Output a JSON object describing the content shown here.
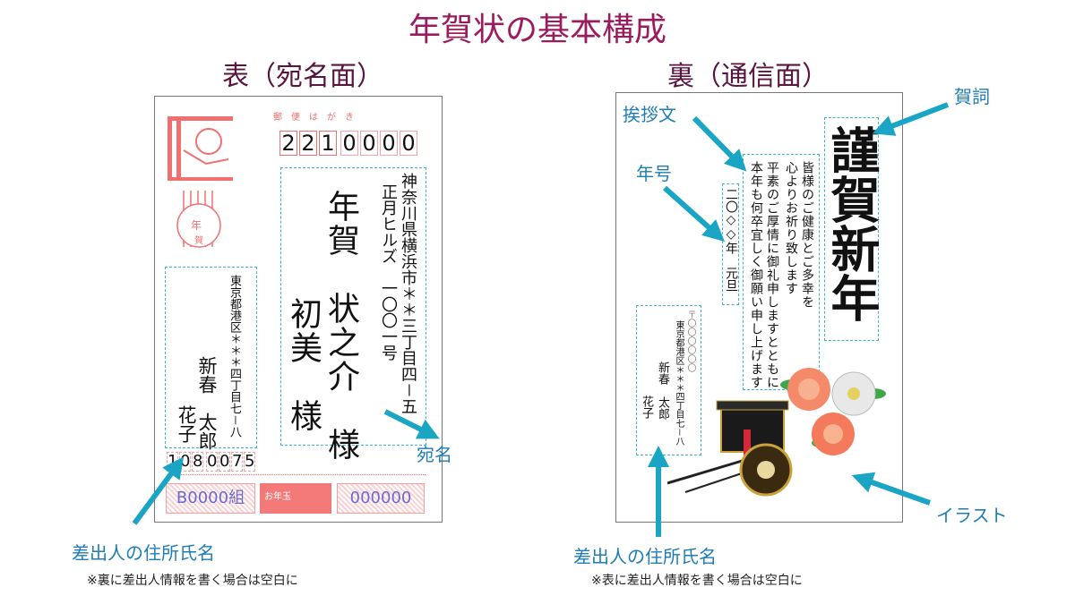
{
  "title": "年賀状の基本構成",
  "front": {
    "heading": "表（宛名面）",
    "postcard_label": "郵便はがき",
    "postal_code": [
      "2",
      "2",
      "1",
      "0",
      "0",
      "0",
      "0"
    ],
    "recipient_address": [
      "神奈川県横浜市＊＊三丁目四－五",
      "正月ヒルズ　一〇〇一号"
    ],
    "recipient_names": [
      "年賀　状之介　様",
      "初美　様"
    ],
    "sender_address": "東京都港区＊＊＊四丁目七－八",
    "sender_names": [
      "新春　太郎",
      "花子"
    ],
    "sender_postal_code": [
      "1",
      "0",
      "8",
      "0",
      "0",
      "7",
      "5"
    ],
    "lottery_group": "B0000組",
    "lottery_mark": "お年玉",
    "lottery_number": "000000",
    "label_recipient": "宛名",
    "label_sender": "差出人の住所氏名",
    "note_sender": "※裏に差出人情報を書く場合は空白に"
  },
  "back": {
    "heading": "裏（通信面）",
    "greeting_word": "謹賀新年",
    "greeting_text": [
      "皆様のご健康とご多幸を",
      "心よりお祈り致します",
      "平素のご厚情に御礼申しますとともに",
      "本年も何卒宜しく御願い申し上げます"
    ],
    "date": "二〇◇◇年　元旦",
    "sender_postal": "〒〇〇〇〇〇〇",
    "sender_address": "東京都港区＊＊＊四丁目七－八",
    "sender_names": [
      "新春　太郎",
      "花子"
    ],
    "label_greeting_word": "賀詞",
    "label_greeting_text": "挨拶文",
    "label_date": "年号",
    "label_illustration": "イラスト",
    "label_sender": "差出人の住所氏名",
    "note_sender": "※表に差出人情報を書く場合は空白に"
  },
  "colors": {
    "title": "#9a1c5c",
    "heading": "#5a1440",
    "arrow": "#1ba5c4",
    "label": "#1e7db4",
    "stamp": "#f07070"
  }
}
